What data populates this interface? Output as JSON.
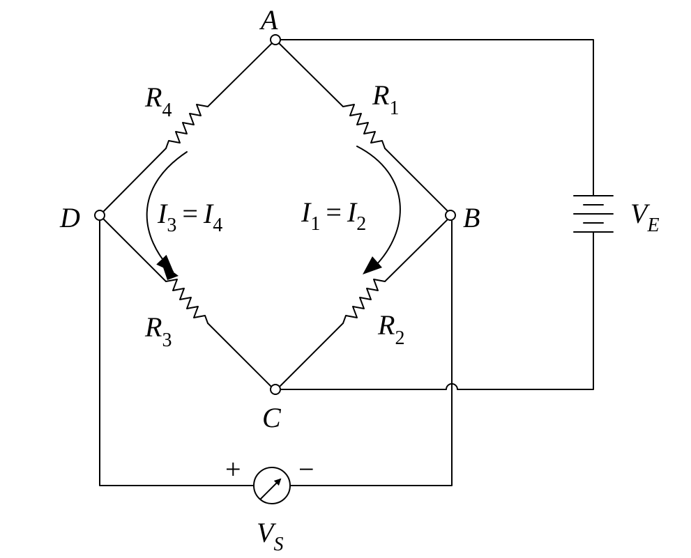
{
  "nodes": {
    "A": "A",
    "B": "B",
    "C": "C",
    "D": "D"
  },
  "resistors": {
    "r1": {
      "letter": "R",
      "sub": "1"
    },
    "r2": {
      "letter": "R",
      "sub": "2"
    },
    "r3": {
      "letter": "R",
      "sub": "3"
    },
    "r4": {
      "letter": "R",
      "sub": "4"
    }
  },
  "currents": {
    "left": {
      "a": "I",
      "a_sub": "3",
      "eq": "=",
      "b": "I",
      "b_sub": "4"
    },
    "right": {
      "a": "I",
      "a_sub": "1",
      "eq": "=",
      "b": "I",
      "b_sub": "2"
    }
  },
  "source": {
    "letter": "V",
    "sub": "E"
  },
  "meter": {
    "letter": "V",
    "sub": "S",
    "plus": "+",
    "minus": "−"
  }
}
